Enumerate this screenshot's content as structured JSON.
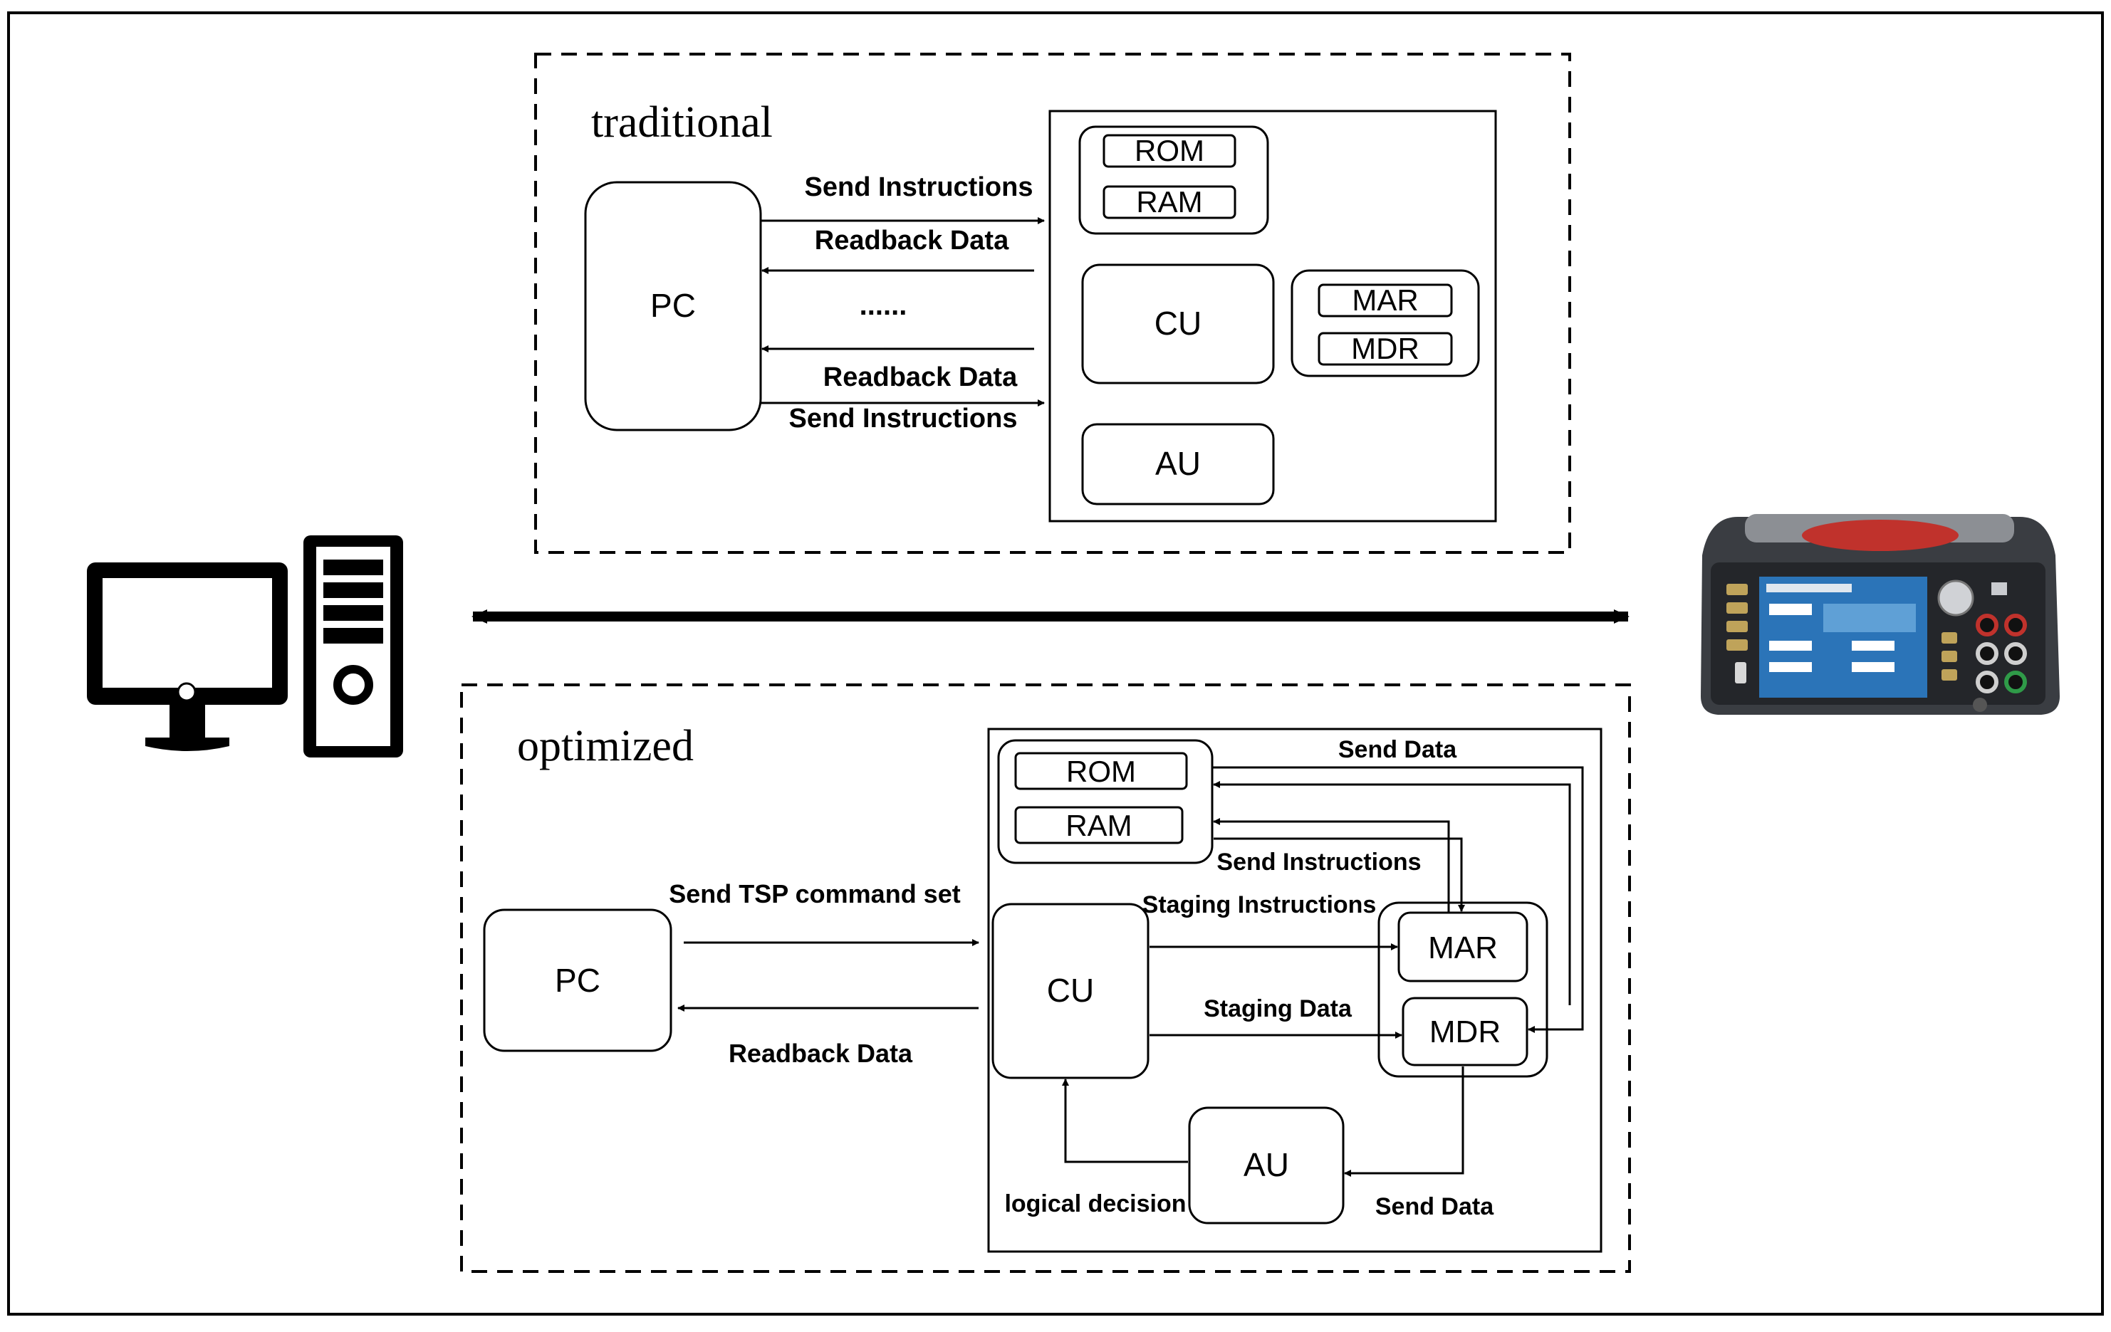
{
  "traditional": {
    "title": "traditional",
    "pc_label": "PC",
    "arrow_labels": {
      "send_top": "Send Instructions",
      "readback_top": "Readback Data",
      "ellipsis": "......",
      "readback_bottom": "Readback Data",
      "send_bottom": "Send Instructions"
    },
    "memory": {
      "rom": "ROM",
      "ram": "RAM"
    },
    "registers": {
      "mar": "MAR",
      "mdr": "MDR"
    },
    "cu": "CU",
    "au": "AU"
  },
  "optimized": {
    "title": "optimized",
    "pc_label": "PC",
    "arrow_labels": {
      "send_tsp": "Send TSP command set",
      "readback": "Readback Data",
      "send_data_top": "Send Data",
      "send_instructions": "Send Instructions",
      "staging_instructions": "Staging Instructions",
      "staging_data": "Staging Data",
      "logical_decision": "logical decision",
      "send_data_bottom": "Send Data"
    },
    "memory": {
      "rom": "ROM",
      "ram": "RAM"
    },
    "registers": {
      "mar": "MAR",
      "mdr": "MDR"
    },
    "cu": "CU",
    "au": "AU"
  },
  "icons": {
    "left": "desktop-computer-icon",
    "right": "source-measure-instrument-icon"
  },
  "colors": {
    "line": "#000000",
    "instrument_body": "#3a3d42",
    "instrument_handle_accent": "#c0322c",
    "instrument_screen": "#2b74b8"
  }
}
